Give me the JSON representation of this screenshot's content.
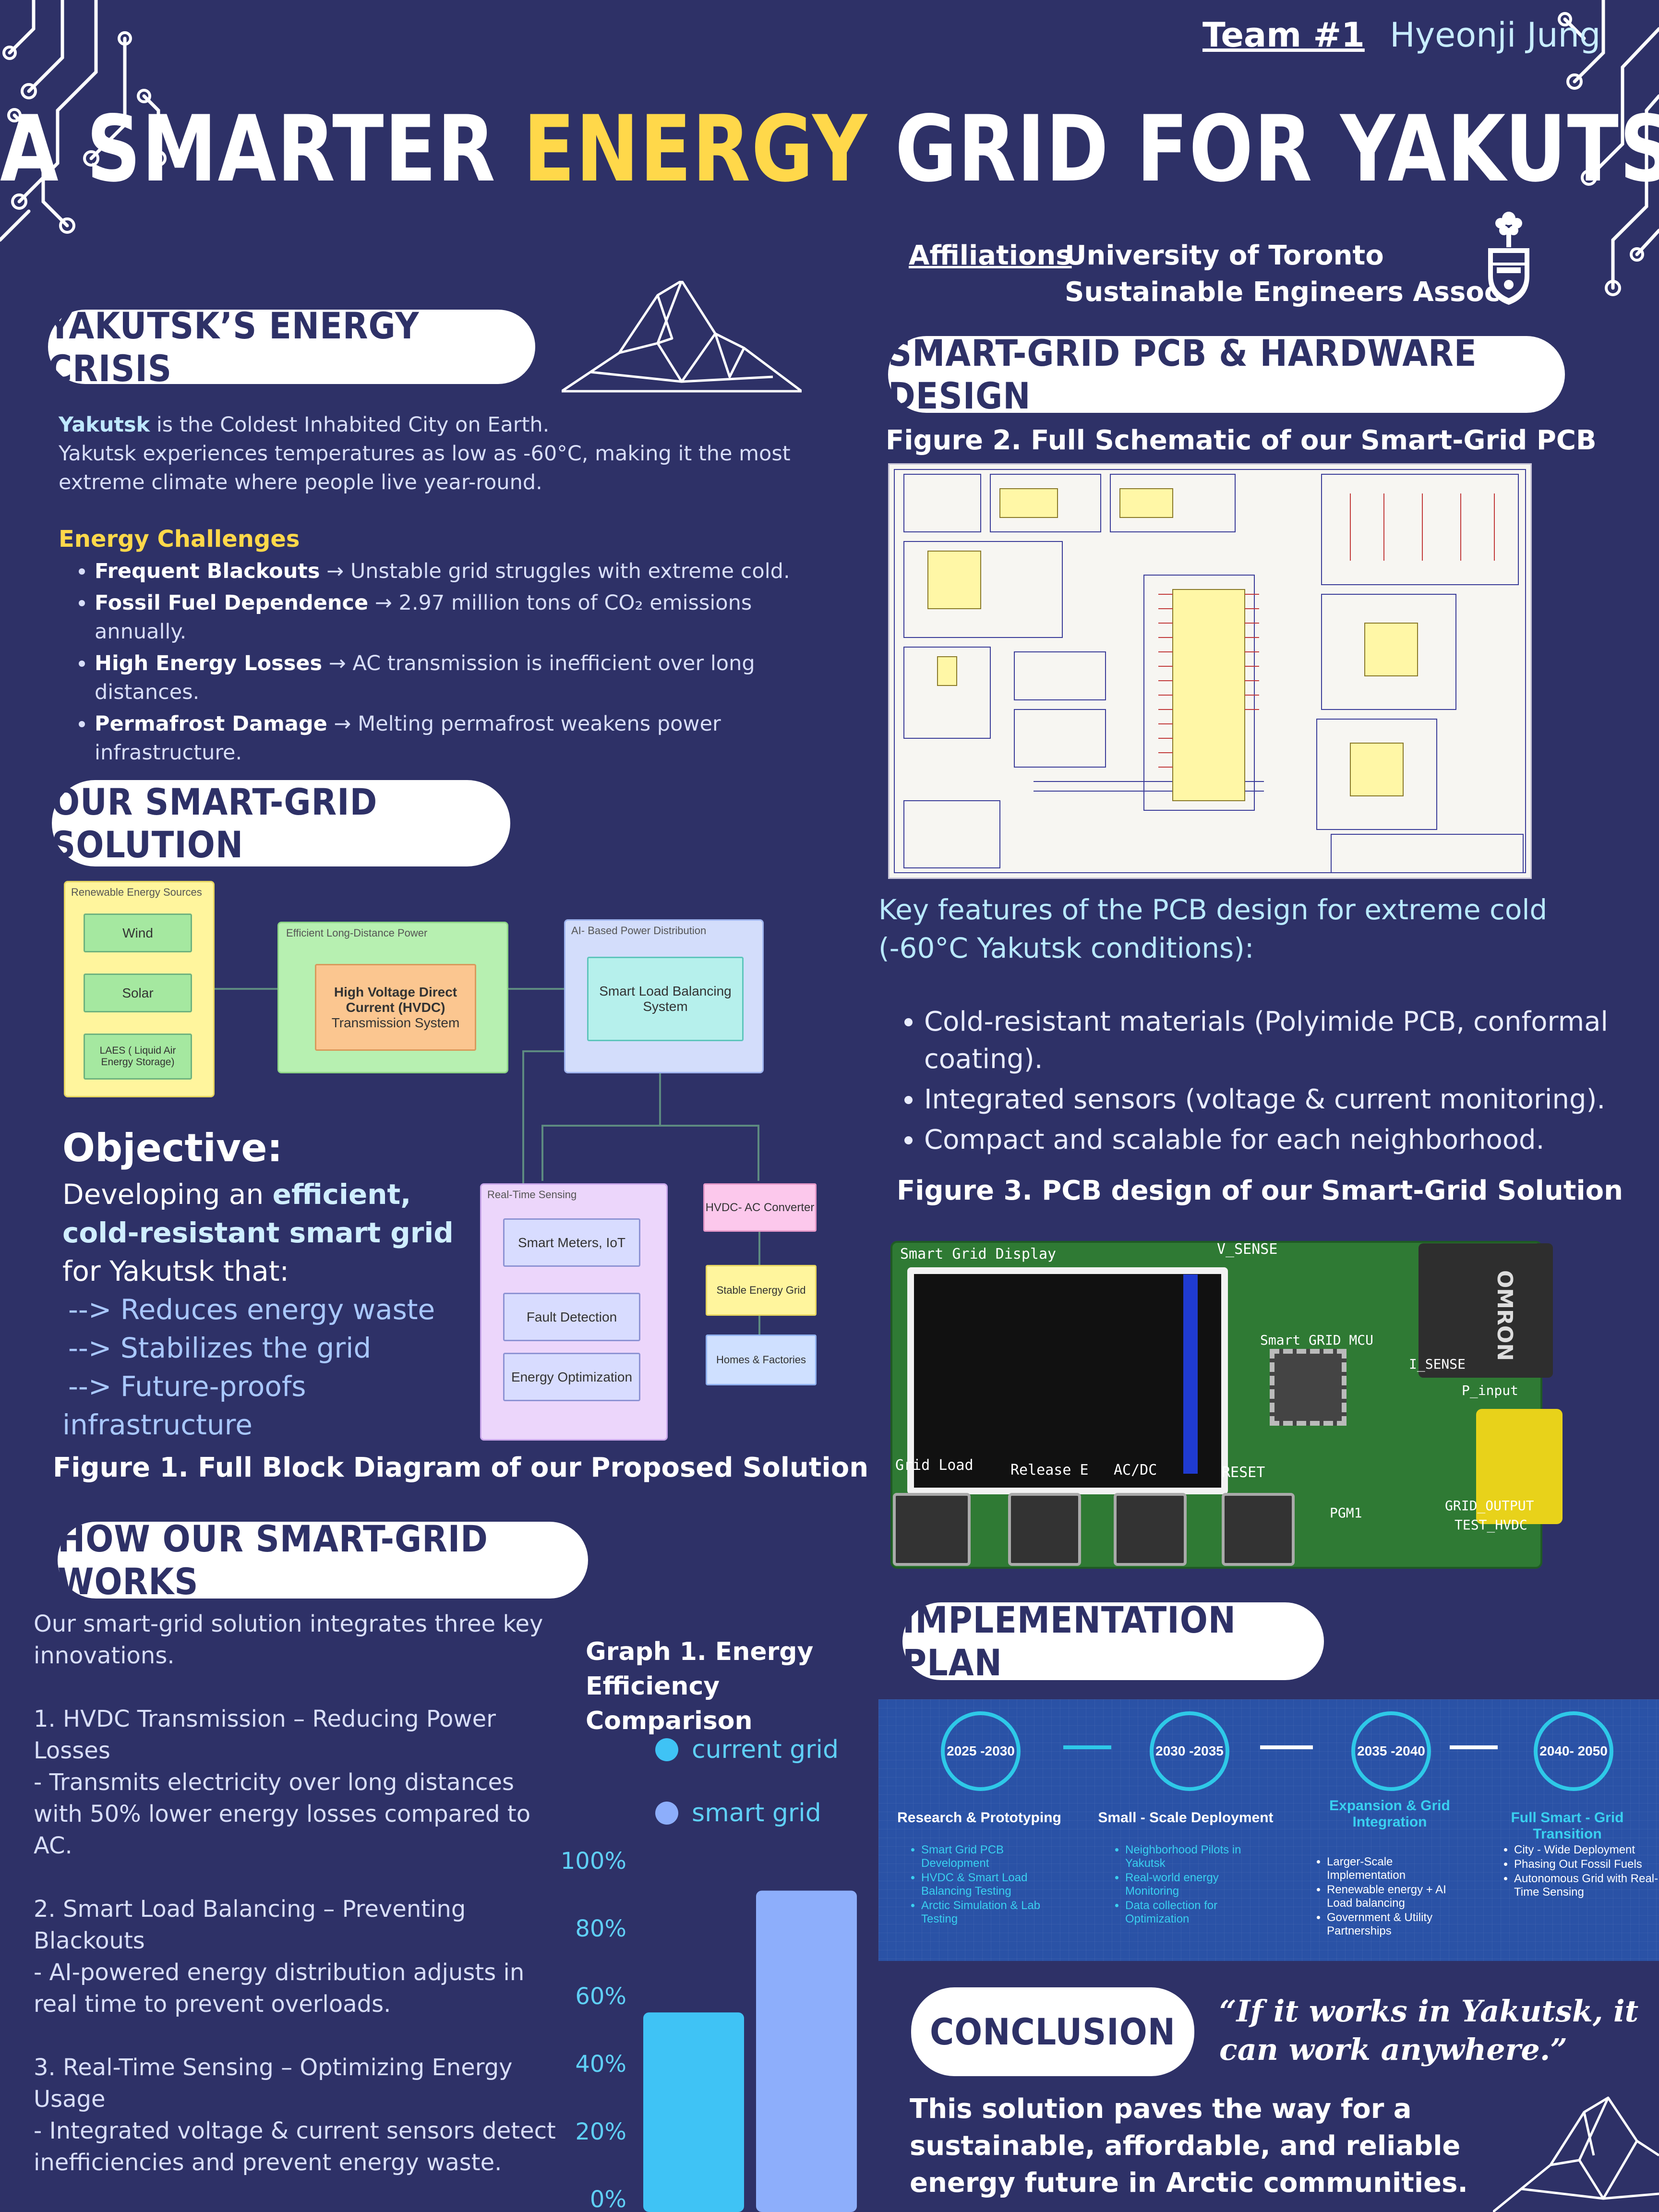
{
  "header": {
    "team_label": "Team #1",
    "author": "Hyeonji Jung",
    "title_part1": "A SMARTER ",
    "title_highlight": "ENERGY",
    "title_part2": " GRID FOR YAKUTSK",
    "affiliations_label": "Affiliations",
    "affiliation_1": "University of Toronto",
    "affiliation_2": "Sustainable Engineers Assoc."
  },
  "crisis": {
    "heading": "YAKUTSK’S ENERGY CRISIS",
    "intro_bold": "Yakutsk",
    "intro_rest": " is the Coldest Inhabited City on Earth.",
    "intro_2": " Yakutsk experiences temperatures as low as -60°C, making it the most extreme climate where people live year-round.",
    "challenges_heading": "Energy Challenges",
    "challenges": [
      {
        "bold": "Frequent Blackouts",
        "text": " → Unstable grid struggles with extreme cold."
      },
      {
        "bold": "Fossil Fuel Dependence",
        "text": " → 2.97 million tons of CO₂ emissions annually."
      },
      {
        "bold": "High Energy Losses",
        "text": " → AC transmission is inefficient over long distances."
      },
      {
        "bold": "Permafrost Damage",
        "text": " → Melting permafrost weakens power infrastructure."
      }
    ]
  },
  "solution": {
    "heading": "OUR SMART-GRID SOLUTION",
    "diagram": {
      "renewable_label": "Renewable Energy Sources",
      "wind": "Wind",
      "solar": "Solar",
      "laes": "LAES ( Liquid Air Energy Storage)",
      "efficient_label": "Efficient Long-Distance Power",
      "hvdc_bold": "High Voltage Direct Current (HVDC)",
      "hvdc_rest": "Transmission System",
      "ai_label": "AI- Based Power Distribution",
      "smart_load": "Smart Load Balancing System",
      "realtime_label": "Real-Time Sensing",
      "smart_meters": "Smart Meters, IoT",
      "fault_detection": "Fault Detection",
      "energy_opt": "Energy Optimization",
      "hvdc_ac": "HVDC- AC Converter",
      "stable_grid": "Stable Energy Grid",
      "homes": "Homes & Factories"
    },
    "objective_heading": "Objective:",
    "objective_pre": " Developing an ",
    "objective_bold1": "efficient,",
    "objective_bold2": "cold-resistant smart grid",
    "objective_post": "for Yakutsk that:",
    "objectives": [
      "--> Reduces energy waste",
      "-->  Stabilizes the grid",
      "-->  Future-proofs",
      "infrastructure"
    ],
    "figure_caption": "Figure 1. Full Block Diagram of our Proposed Solution"
  },
  "how": {
    "heading": "HOW OUR SMART-GRID WORKS",
    "intro": "Our smart-grid solution integrates three key innovations.",
    "items": [
      {
        "title": " 1. HVDC Transmission – Reducing Power Losses",
        "desc": " - Transmits electricity over long distances with 50% lower energy losses compared to AC."
      },
      {
        "title": "2. Smart Load Balancing – Preventing Blackouts",
        "desc": " - AI-powered energy distribution adjusts in real time to prevent overloads."
      },
      {
        "title": "3. Real-Time Sensing – Optimizing Energy Usage",
        "desc": " - Integrated voltage & current sensors detect inefficiencies and prevent energy waste."
      }
    ]
  },
  "chart_data": {
    "type": "bar",
    "title": "Graph 1. Energy Efficiency Comparison",
    "categories": [
      "current grid",
      "smart grid"
    ],
    "series": [
      {
        "name": "current grid",
        "values": [
          55
        ],
        "color": "#3fc3f5"
      },
      {
        "name": "smart grid",
        "values": [
          91
        ],
        "color": "#8daefb"
      }
    ],
    "y_ticks": [
      "0%",
      "20%",
      "40%",
      "60%",
      "80%",
      "100%"
    ],
    "ylim": [
      0,
      100
    ],
    "legend": "top"
  },
  "pcb": {
    "heading": "SMART-GRID PCB & HARDWARE DESIGN",
    "fig2_caption": "Figure 2. Full Schematic of our Smart-Grid PCB",
    "features_intro": "Key features of the PCB design for extreme cold (-60°C Yakutsk conditions):",
    "features": [
      "Cold-resistant materials (Polyimide PCB, conformal coating).",
      "Integrated sensors (voltage & current monitoring).",
      "Compact and scalable for each neighborhood."
    ],
    "fig3_caption": "Figure 3. PCB design of our Smart-Grid Solution",
    "board_labels": {
      "display": "Smart Grid Display",
      "v_sense": "V_SENSE",
      "mcu": "Smart GRID MCU",
      "i_sense": "I_SENSE",
      "p_input": "P_input",
      "grid_load": "Grid Load",
      "release": "Release E",
      "acdc": "AC/DC",
      "reset": "RESET",
      "grid_output": "GRID_OUTPUT",
      "test_hvdc": "TEST_HVDC",
      "pgm": "PGM1",
      "brand": "OMRON"
    }
  },
  "implementation": {
    "heading": "IMPLEMENTATION PLAN",
    "phases": [
      {
        "years": "2025 -2030",
        "title": "Research & Prototyping",
        "items": [
          "Smart Grid PCB Development",
          "HVDC & Smart Load Balancing Testing",
          "Arctic Simulation & Lab Testing"
        ],
        "color": "#39d0f0"
      },
      {
        "years": "2030 -2035",
        "title": "Small - Scale Deployment",
        "items": [
          "Neighborhood Pilots in Yakutsk",
          "Real-world energy Monitoring",
          "Data collection for Optimization"
        ],
        "color": "#39d0f0"
      },
      {
        "years": "2035 -2040",
        "title": "Expansion & Grid Integration",
        "items": [
          "Larger-Scale Implementation",
          "Renewable energy + AI Load balancing",
          "Government & Utility Partnerships"
        ],
        "color": "#ffffff"
      },
      {
        "years": "2040- 2050",
        "title": "Full Smart - Grid Transition",
        "items": [
          "City - Wide Deployment",
          "Phasing Out Fossil Fuels",
          "Autonomous Grid with Real-Time Sensing"
        ],
        "color": "#ffffff"
      }
    ]
  },
  "conclusion": {
    "heading": "CONCLUSION",
    "quote": "“If it works in Yakutsk, it can work anywhere.”",
    "text": "This solution paves the way for a sustainable, affordable, and reliable energy future in Arctic communities."
  }
}
